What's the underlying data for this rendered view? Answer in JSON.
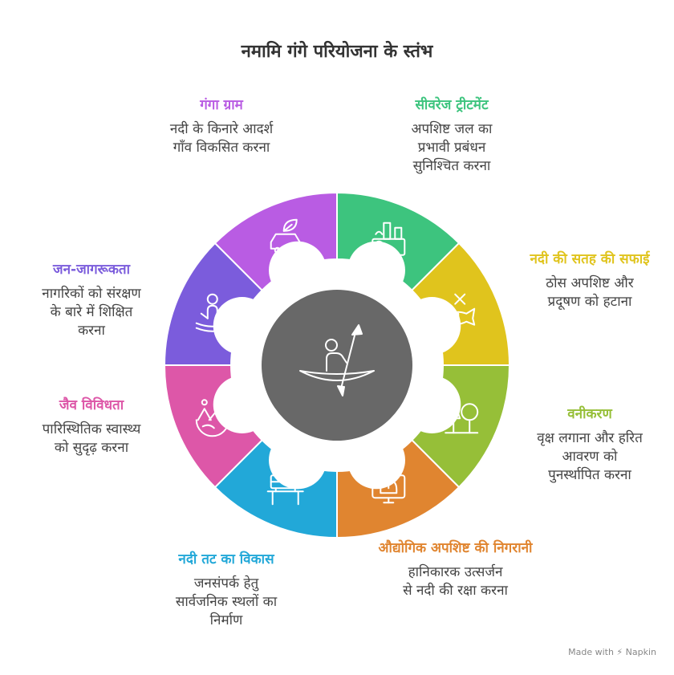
{
  "title": "नमामि गंगे परियोजना के स्तंभ",
  "footer": "Made with ⚡ Napkin",
  "center_icon": "kayaker-icon",
  "segments": [
    {
      "heading": "सीवरेज ट्रीटमेंट",
      "desc": [
        "अपशिष्ट जल का",
        "प्रभावी प्रबंधन",
        "सुनिश्चित करना"
      ],
      "color": "#3dc47e",
      "icon": "factory-icon"
    },
    {
      "heading": "नदी की सतह की सफाई",
      "desc": [
        "ठोस अपशिष्ट और",
        "प्रदूषण को हटाना"
      ],
      "color": "#e0c41d",
      "icon": "fish-cleanup-icon"
    },
    {
      "heading": "वनीकरण",
      "desc": [
        "वृक्ष लगाना और हरित",
        "आवरण को",
        "पुनर्स्थापित करना"
      ],
      "color": "#96bf38",
      "icon": "trees-icon"
    },
    {
      "heading": "औद्योगिक अपशिष्ट की निगरानी",
      "desc": [
        "हानिकारक उत्सर्जन",
        "से नदी की रक्षा करना"
      ],
      "color": "#e08530",
      "icon": "monitor-hardhat-icon"
    },
    {
      "heading": "नदी तट का विकास",
      "desc": [
        "जनसंपर्क हेतु",
        "सार्वजनिक स्थलों का",
        "निर्माण"
      ],
      "color": "#22a8d8",
      "icon": "bench-icon"
    },
    {
      "heading": "जैव विविधता",
      "desc": [
        "पारिस्थितिक स्वास्थ्य",
        "को सुदृढ़ करना"
      ],
      "color": "#dd57a8",
      "icon": "ecosystem-globe-icon"
    },
    {
      "heading": "जन-जागरूकता",
      "desc": [
        "नागरिकों को संरक्षण",
        "के बारे में शिक्षित",
        "करना"
      ],
      "color": "#7b5cdc",
      "icon": "meditating-person-icon"
    },
    {
      "heading": "गंगा ग्राम",
      "desc": [
        "नदी के किनारे आदर्श",
        "गाँव विकसित करना"
      ],
      "color": "#b95ce3",
      "icon": "car-leaf-icon"
    }
  ]
}
